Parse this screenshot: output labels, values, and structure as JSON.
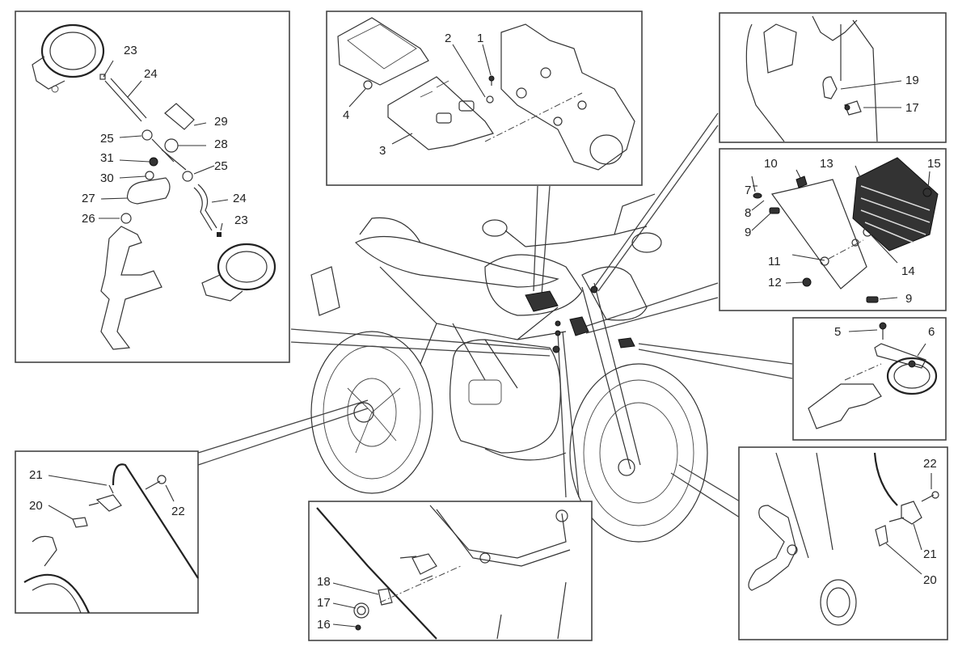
{
  "diagram": {
    "title": "Motorcycle electrical components – exploded view",
    "subject": "motorcycle-side-view",
    "panels": [
      {
        "id": "speed-sensor-cables",
        "parts": [
          "23",
          "24",
          "25",
          "29",
          "28",
          "31",
          "30",
          "27",
          "26",
          "25",
          "24",
          "23"
        ]
      },
      {
        "id": "ecu-mounting",
        "parts": [
          "2",
          "1",
          "4",
          "3"
        ]
      },
      {
        "id": "front-sensor",
        "parts": [
          "19",
          "17"
        ]
      },
      {
        "id": "voltage-regulator",
        "parts": [
          "10",
          "13",
          "15",
          "7",
          "8",
          "9",
          "11",
          "14",
          "12",
          "9"
        ]
      },
      {
        "id": "horn",
        "parts": [
          "5",
          "6"
        ]
      },
      {
        "id": "front-wheel-abs-sensor",
        "parts": [
          "22",
          "21",
          "20"
        ]
      },
      {
        "id": "rear-wheel-abs-sensor",
        "parts": [
          "21",
          "22",
          "20"
        ]
      },
      {
        "id": "relay-mounting",
        "parts": [
          "18",
          "17",
          "16"
        ]
      }
    ]
  },
  "labels": {
    "p1_23a": "23",
    "p1_24a": "24",
    "p1_29": "29",
    "p1_25a": "25",
    "p1_28": "28",
    "p1_31": "31",
    "p1_25b": "25",
    "p1_30": "30",
    "p1_27": "27",
    "p1_24b": "24",
    "p1_26": "26",
    "p1_23b": "23",
    "p2_2": "2",
    "p2_1": "1",
    "p2_4": "4",
    "p2_3": "3",
    "p3_19": "19",
    "p3_17": "17",
    "p4_10": "10",
    "p4_13": "13",
    "p4_15": "15",
    "p4_7": "7",
    "p4_8": "8",
    "p4_9a": "9",
    "p4_11": "11",
    "p4_14": "14",
    "p4_12": "12",
    "p4_9b": "9",
    "p5_5": "5",
    "p5_6": "6",
    "p6_22": "22",
    "p6_21": "21",
    "p6_20": "20",
    "p7_21": "21",
    "p7_20": "20",
    "p7_22": "22",
    "p8_18": "18",
    "p8_17": "17",
    "p8_16": "16"
  }
}
